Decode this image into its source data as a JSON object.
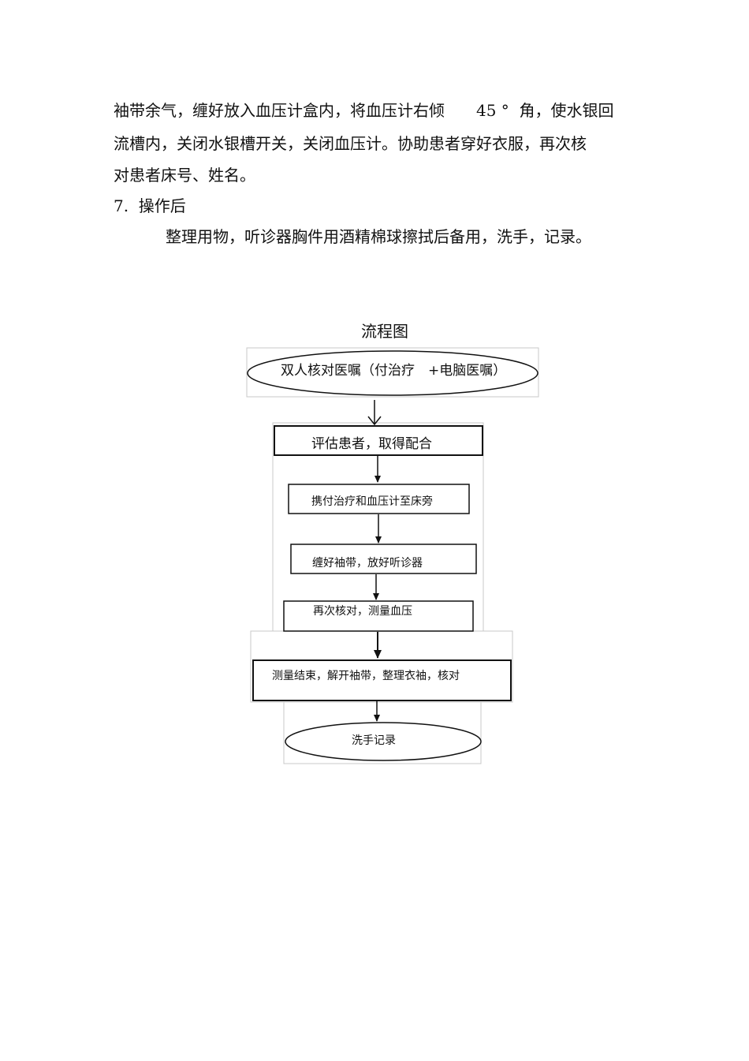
{
  "body": {
    "line1": "袖带余气，缠好放入血压计盒内，将血压计右倾　　45 °  角，使水银回",
    "line2": "流槽内，关闭水银槽开关，关闭血压计。协助患者穿好衣服，再次核",
    "line3": "对患者床号、姓名。",
    "section_heading": "7.  操作后",
    "paragraph": "整理用物，听诊器胸件用酒精棉球擦拭后备用，洗手，记录。"
  },
  "flowchart": {
    "title": "流程图",
    "steps": [
      "双人核对医嘱（付治疗　+电脑医嘱）",
      "评估患者，取得配合",
      "携付治疗和血压计至床旁",
      "缠好袖带，放好听诊器",
      "再次核对，测量血压",
      "测量结束，解开袖带，整理衣袖，核对",
      "洗手记录"
    ]
  }
}
